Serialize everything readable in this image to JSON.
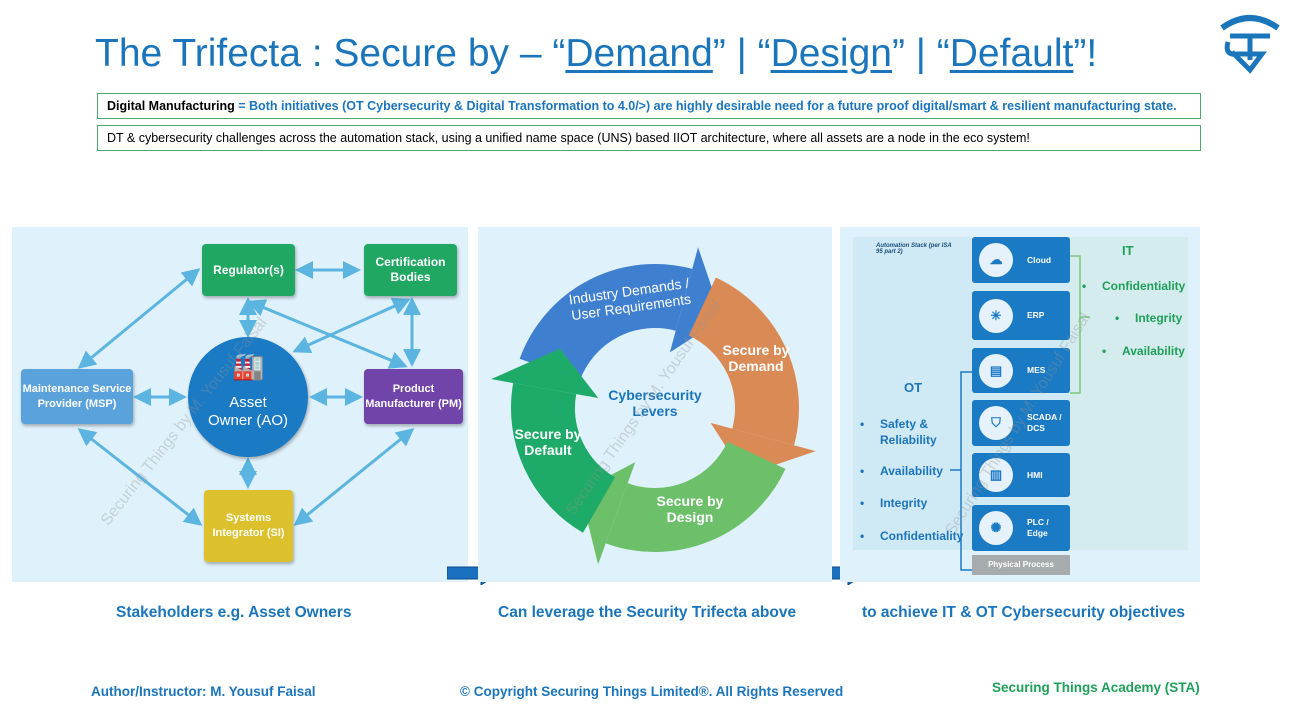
{
  "title": {
    "prefix": "The Trifecta : Secure by – “",
    "w1": "Demand",
    "sep1": "” | “",
    "w2": "Design",
    "sep2": "” | “",
    "w3": "Default",
    "suffix": "”!"
  },
  "info1": {
    "label": "Digital Manufacturing",
    "eq": " = ",
    "text": "Both initiatives (OT Cybersecurity & Digital Transformation to 4.0/>) are highly desirable need for a future proof digital/smart & resilient manufacturing state."
  },
  "info2": "DT & cybersecurity challenges across the automation stack, using a unified name space (UNS) based IIOT architecture, where all assets are a node in the eco system!",
  "stakeholders": {
    "regulator": "Regulator(s)",
    "cert": "Certification Bodies",
    "msp": "Maintenance Service Provider (MSP)",
    "ao": "Asset Owner (AO)",
    "pm": "Product Manufacturer (PM)",
    "si": "Systems Integrator (SI)"
  },
  "cycle": {
    "demands": "Industry Demands / User Requirements",
    "demand": "Secure by Demand",
    "design": "Secure by Design",
    "default": "Secure by Default",
    "center": "Cybersecurity Levers"
  },
  "stack": {
    "heading": "Automation Stack (per ISA 95 part 2)",
    "layers": [
      {
        "label": "Cloud",
        "icon": "cloud-icon"
      },
      {
        "label": "ERP",
        "icon": "network-icon"
      },
      {
        "label": "MES",
        "icon": "terminal-icon"
      },
      {
        "label": "SCADA / DCS",
        "icon": "shield-alert-icon"
      },
      {
        "label": "HMI",
        "icon": "factory-icon"
      },
      {
        "label": "PLC / Edge",
        "icon": "brain-icon"
      }
    ],
    "physical": "Physical Process",
    "it": {
      "title": "IT",
      "items": [
        "Confidentiality",
        "Integrity",
        "Availability"
      ]
    },
    "ot": {
      "title": "OT",
      "items": [
        "Safety & Reliability",
        "Availability",
        "Integrity",
        "Confidentiality"
      ]
    }
  },
  "watermark": "Securing Things by M. Yousuf Faisal",
  "captions": [
    "Stakeholders e.g. Asset Owners",
    "Can leverage the Security Trifecta above",
    "to achieve IT & OT Cybersecurity objectives"
  ],
  "footer": {
    "author": "Author/Instructor: M. Yousuf Faisal",
    "copyright": "© Copyright Securing Things Limited®. All Rights Reserved",
    "academy": "Securing Things Academy (STA)"
  },
  "colors": {
    "brand_blue": "#1b75bb",
    "green": "#1ea05a",
    "regulator": "#20a862",
    "pm": "#7044a8",
    "si": "#dcc12c",
    "msp": "#5aa2dc",
    "ao": "#1a7ac4"
  }
}
